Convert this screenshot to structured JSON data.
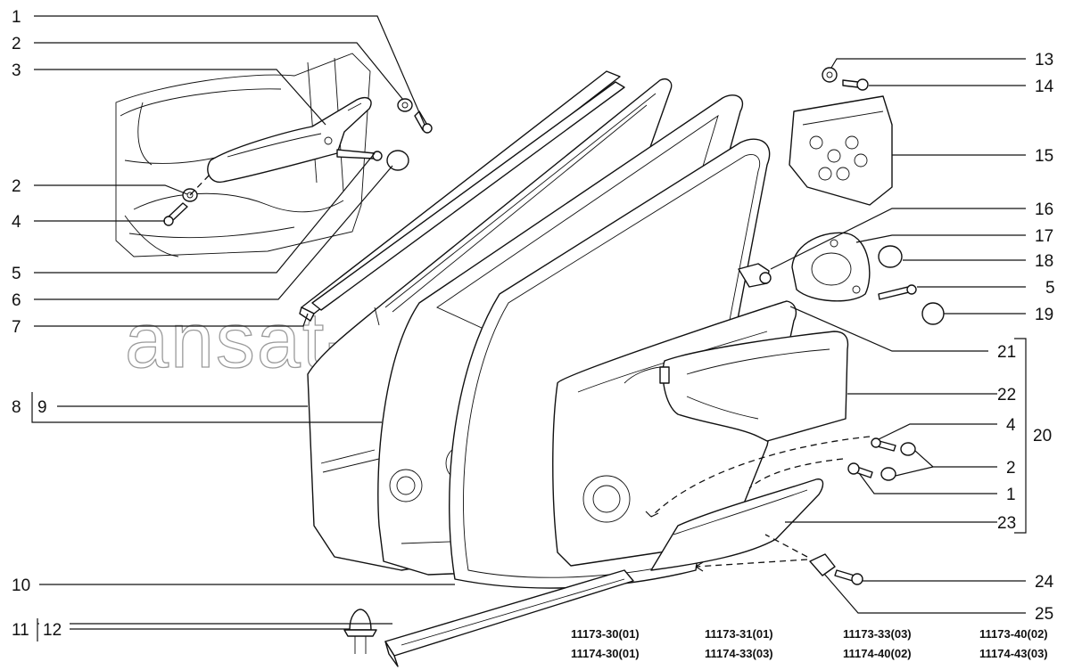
{
  "watermark": "ansat-parts.ru",
  "callouts_left": [
    {
      "id": "l1",
      "label": "1"
    },
    {
      "id": "l2a",
      "label": "2"
    },
    {
      "id": "l3",
      "label": "3"
    },
    {
      "id": "l2b",
      "label": "2"
    },
    {
      "id": "l4",
      "label": "4"
    },
    {
      "id": "l5",
      "label": "5"
    },
    {
      "id": "l6",
      "label": "6"
    },
    {
      "id": "l7",
      "label": "7"
    },
    {
      "id": "l8",
      "label": "8"
    },
    {
      "id": "l9",
      "label": "9"
    },
    {
      "id": "l10",
      "label": "10"
    },
    {
      "id": "l11",
      "label": "11"
    },
    {
      "id": "l12",
      "label": "12"
    }
  ],
  "callouts_right": [
    {
      "id": "r13",
      "label": "13"
    },
    {
      "id": "r14",
      "label": "14"
    },
    {
      "id": "r15",
      "label": "15"
    },
    {
      "id": "r16",
      "label": "16"
    },
    {
      "id": "r17",
      "label": "17"
    },
    {
      "id": "r18",
      "label": "18"
    },
    {
      "id": "r5",
      "label": "5"
    },
    {
      "id": "r19",
      "label": "19"
    },
    {
      "id": "r21",
      "label": "21"
    },
    {
      "id": "r22",
      "label": "22"
    },
    {
      "id": "r4",
      "label": "4"
    },
    {
      "id": "r20",
      "label": "20"
    },
    {
      "id": "r2",
      "label": "2"
    },
    {
      "id": "r1",
      "label": "1"
    },
    {
      "id": "r23",
      "label": "23"
    },
    {
      "id": "r24",
      "label": "24"
    },
    {
      "id": "r25",
      "label": "25"
    }
  ],
  "model_codes": [
    [
      "11173-30(01)",
      "11173-31(01)",
      "11173-33(03)",
      "11173-40(02)"
    ],
    [
      "11174-30(01)",
      "11174-33(03)",
      "11174-40(02)",
      "11174-43(03)"
    ]
  ]
}
